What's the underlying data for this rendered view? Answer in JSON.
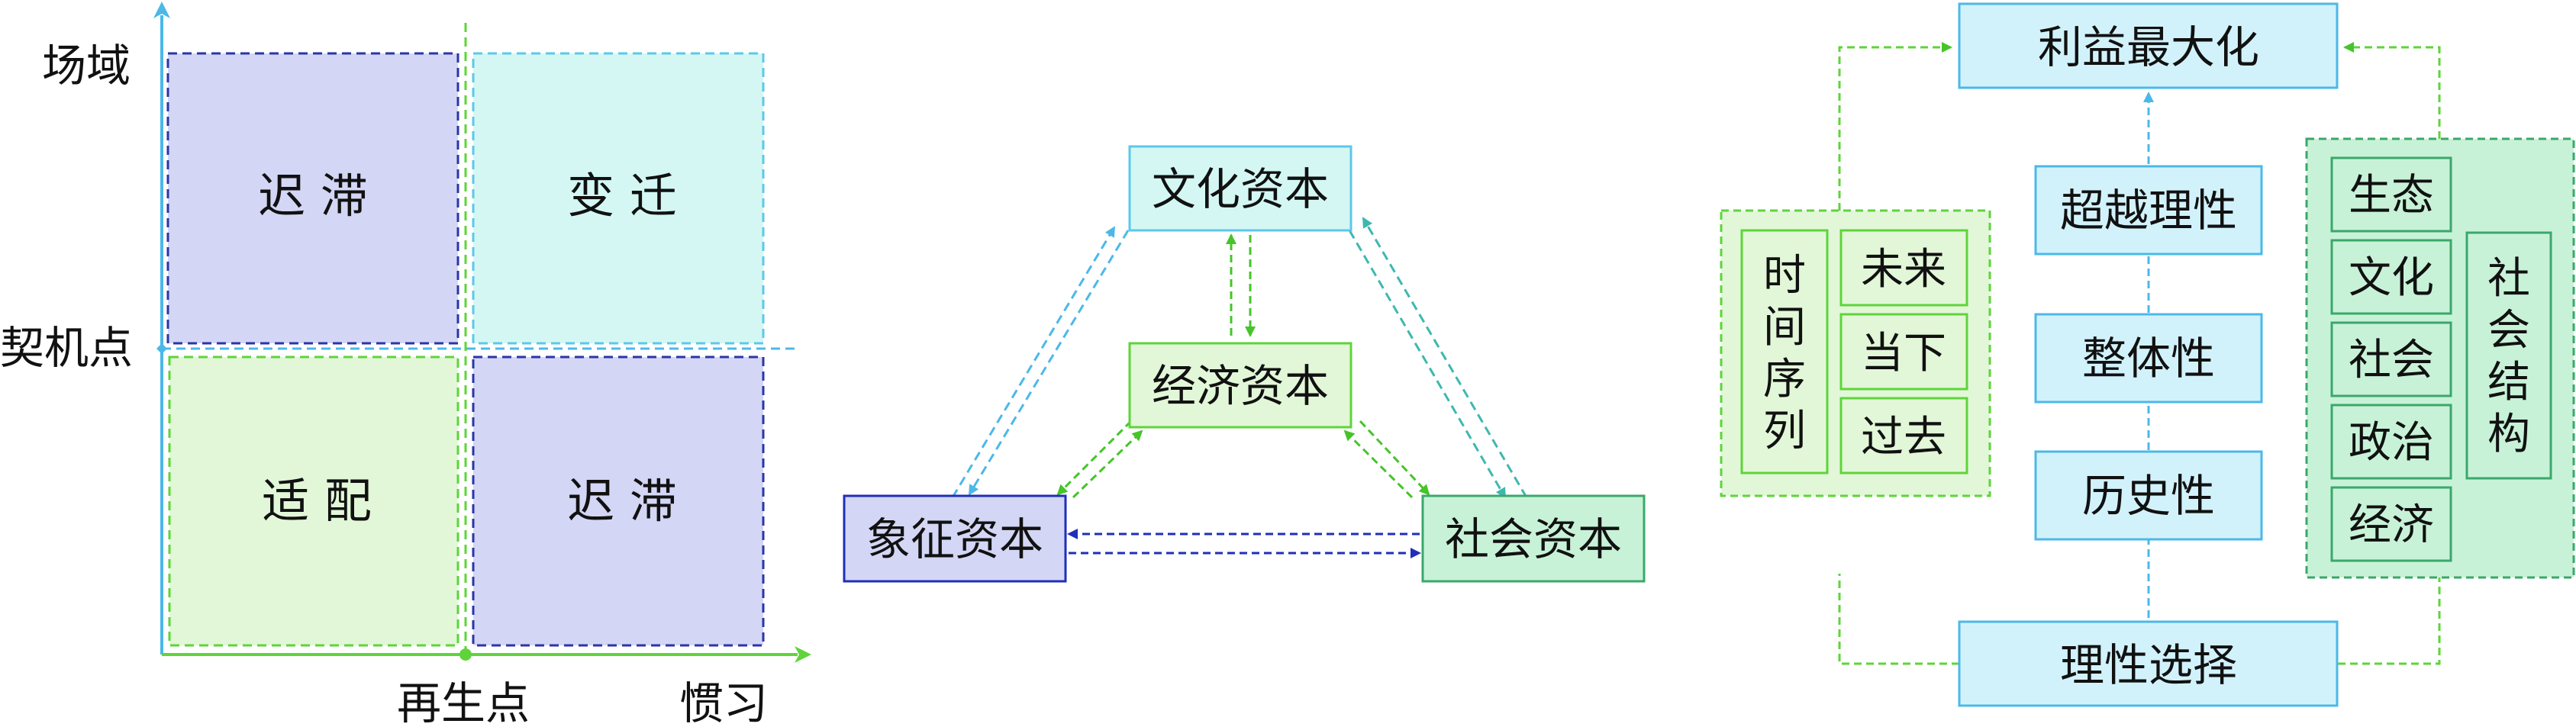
{
  "colors": {
    "axis_blue": "#4cb8e8",
    "axis_green": "#5ed43a",
    "lavender": "#d4d6f5",
    "lavender_border": "#2b35a8",
    "cyan_fill": "#d4f7f4",
    "cyan_border": "#5bc8ea",
    "green_fill": "#e2f7d8",
    "green_border": "#5ed43a",
    "mint_fill": "#c8f2d8",
    "mint_border": "#3aa86a",
    "light_blue_fill": "#d2f2fb",
    "navy": "#1f2fb8",
    "teal": "#3db8b0"
  },
  "quadrant": {
    "y_axis_top": "场域",
    "y_axis_mid": "契机点",
    "x_axis_mid": "再生点",
    "x_axis_right": "惯习",
    "q_top_left": "迟 滞",
    "q_top_right": "变 迁",
    "q_bottom_left": "适 配",
    "q_bottom_right": "迟 滞"
  },
  "capital": {
    "cultural": "文化资本",
    "economic": "经济资本",
    "symbolic": "象征资本",
    "social": "社会资本"
  },
  "rational": {
    "top": "利益最大化",
    "time_sequence": [
      "时",
      "间",
      "序",
      "列"
    ],
    "future": "未来",
    "present": "当下",
    "past": "过去",
    "mid_beyond": "超越理性",
    "mid_whole": "整体性",
    "mid_history": "历史性",
    "bottom": "理性选择",
    "ecology": "生态",
    "culture": "文化",
    "society": "社会",
    "politics": "政治",
    "economy": "经济",
    "social_structure": [
      "社",
      "会",
      "结",
      "构"
    ]
  }
}
